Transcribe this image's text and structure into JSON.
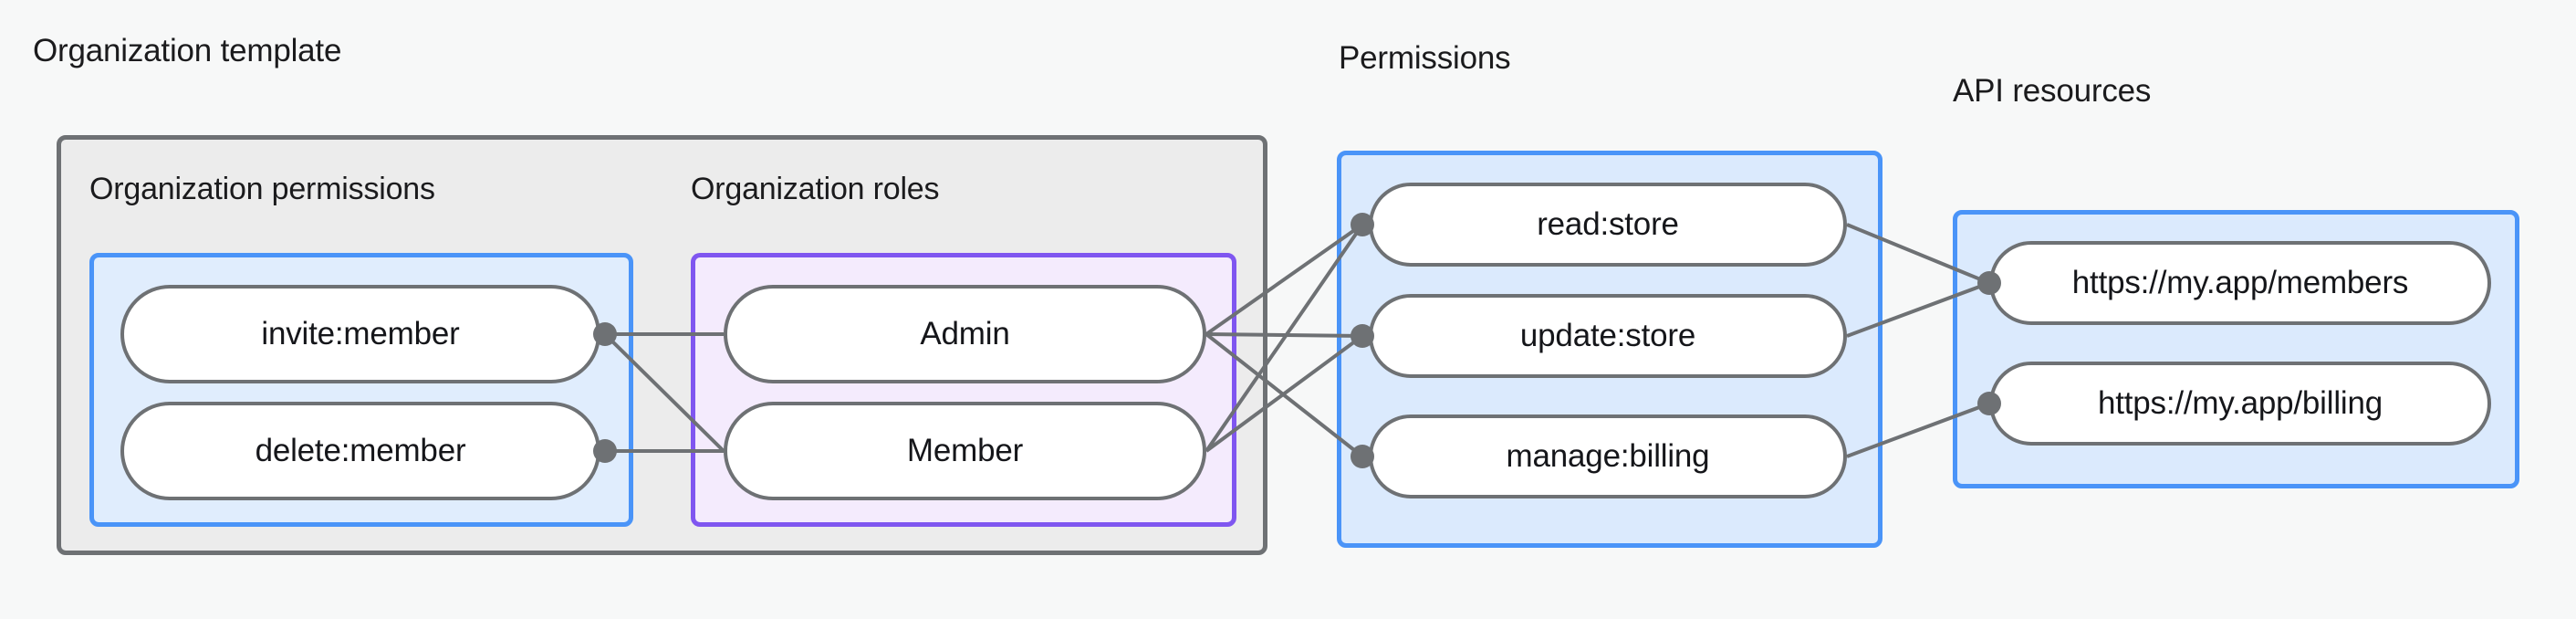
{
  "diagram": {
    "title_labels": {
      "organization_template": "Organization template",
      "permissions": "Permissions",
      "api_resources": "API resources"
    },
    "section_labels": {
      "organization_permissions": "Organization permissions",
      "organization_roles": "Organization roles"
    },
    "colors": {
      "background": "#f7f8f8",
      "template_box_fill": "#ececec",
      "template_box_border": "#6e7174",
      "blue_box_fill": "#e0edfd",
      "blue_box_border": "#4a94f8",
      "purple_box_fill": "#f4ebfd",
      "purple_box_border": "#7f56f0",
      "node_fill": "#ffffff",
      "node_border": "#6e7174",
      "edge": "#6e7174",
      "text": "#1b1b1d"
    },
    "nodes": {
      "organization_permissions": [
        {
          "id": "invite-member",
          "label": "invite:member"
        },
        {
          "id": "delete-member",
          "label": "delete:member"
        }
      ],
      "organization_roles": [
        {
          "id": "admin",
          "label": "Admin"
        },
        {
          "id": "member",
          "label": "Member"
        }
      ],
      "permissions": [
        {
          "id": "read-store",
          "label": "read:store"
        },
        {
          "id": "update-store",
          "label": "update:store"
        },
        {
          "id": "manage-billing",
          "label": "manage:billing"
        }
      ],
      "api_resources": [
        {
          "id": "members-url",
          "label": "https://my.app/members"
        },
        {
          "id": "billing-url",
          "label": "https://my.app/billing"
        }
      ]
    },
    "edges": [
      {
        "from": "invite-member",
        "to": "admin"
      },
      {
        "from": "invite-member",
        "to": "member"
      },
      {
        "from": "delete-member",
        "to": "member"
      },
      {
        "from": "admin",
        "to": "read-store"
      },
      {
        "from": "admin",
        "to": "update-store"
      },
      {
        "from": "admin",
        "to": "manage-billing"
      },
      {
        "from": "member",
        "to": "read-store"
      },
      {
        "from": "member",
        "to": "update-store"
      },
      {
        "from": "read-store",
        "to": "members-url"
      },
      {
        "from": "update-store",
        "to": "members-url"
      },
      {
        "from": "manage-billing",
        "to": "billing-url"
      }
    ]
  }
}
